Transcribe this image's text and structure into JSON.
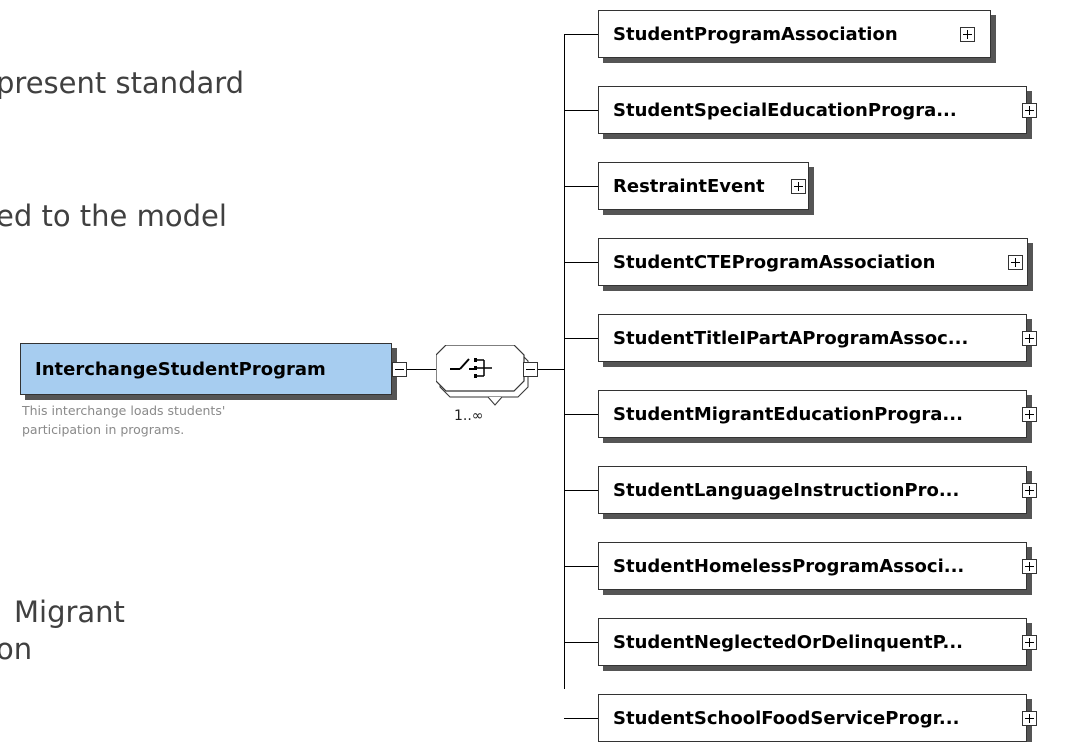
{
  "background_text": [
    "present standard",
    "ed to the model",
    "Migrant",
    "on"
  ],
  "root": {
    "label": "InterchangeStudentProgram",
    "annotation_line1": "This interchange loads students'",
    "annotation_line2": "participation in programs.",
    "fill_color": "#a7cdf0"
  },
  "compositor": {
    "type": "choice",
    "occurrence": "1..∞"
  },
  "children": [
    {
      "label": "StudentProgramAssociation"
    },
    {
      "label": "StudentSpecialEducationProgra..."
    },
    {
      "label": "RestraintEvent"
    },
    {
      "label": "StudentCTEProgramAssociation"
    },
    {
      "label": "StudentTitleIPartAProgramAssoc..."
    },
    {
      "label": "StudentMigrantEducationProgra..."
    },
    {
      "label": "StudentLanguageInstructionPro..."
    },
    {
      "label": "StudentHomelessProgramAssoci..."
    },
    {
      "label": "StudentNeglectedOrDelinquentP..."
    },
    {
      "label": "StudentSchoolFoodServiceProgr..."
    }
  ]
}
